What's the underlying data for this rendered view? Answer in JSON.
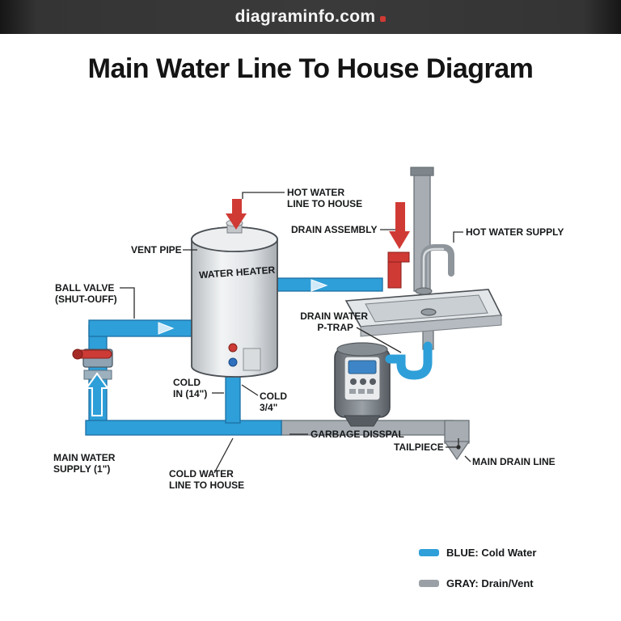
{
  "header": {
    "site": "diagraminfo.com"
  },
  "title": "Main Water Line To House Diagram",
  "diagram": {
    "labels": {
      "hot_water_line_1": "HOT WATER",
      "hot_water_line_2": "LINE TO HOUSE",
      "drain_assembly": "DRAIN ASSEMBLY",
      "hot_water_supply": "HOT WATER SUPPLY",
      "vent_pipe": "VENT PIPE",
      "water_heater": "WATER HEATER",
      "ball_valve_1": "BALL VALVE",
      "ball_valve_2": "(SHUT-OUFF)",
      "drain_water_1": "DRAIN WATER",
      "drain_water_2": "P-TRAP",
      "cold_in_1": "COLD",
      "cold_in_2": "IN (14\")",
      "cold_34_1": "COLD",
      "cold_34_2": "3/4\"",
      "main_water_1": "MAIN WATER",
      "main_water_2": "SUPPLY (1\")",
      "cold_water_line_1": "COLD WATER",
      "cold_water_line_2": "LINE TO HOUSE",
      "garbage_disposal": "GARBAGE DISSPAL",
      "tailpiece": "TAILPIECE",
      "main_drain_line": "MAIN DRAIN LINE"
    }
  },
  "colors": {
    "cold_water": "#2e9fd8",
    "drain_vent": "#a7adb2",
    "hot_water": "#d03a34"
  },
  "legend": [
    {
      "color": "#2e9fd8",
      "label": "BLUE: Cold Water"
    },
    {
      "color": "#9aa0a5",
      "label": "GRAY: Drain/Vent"
    }
  ]
}
